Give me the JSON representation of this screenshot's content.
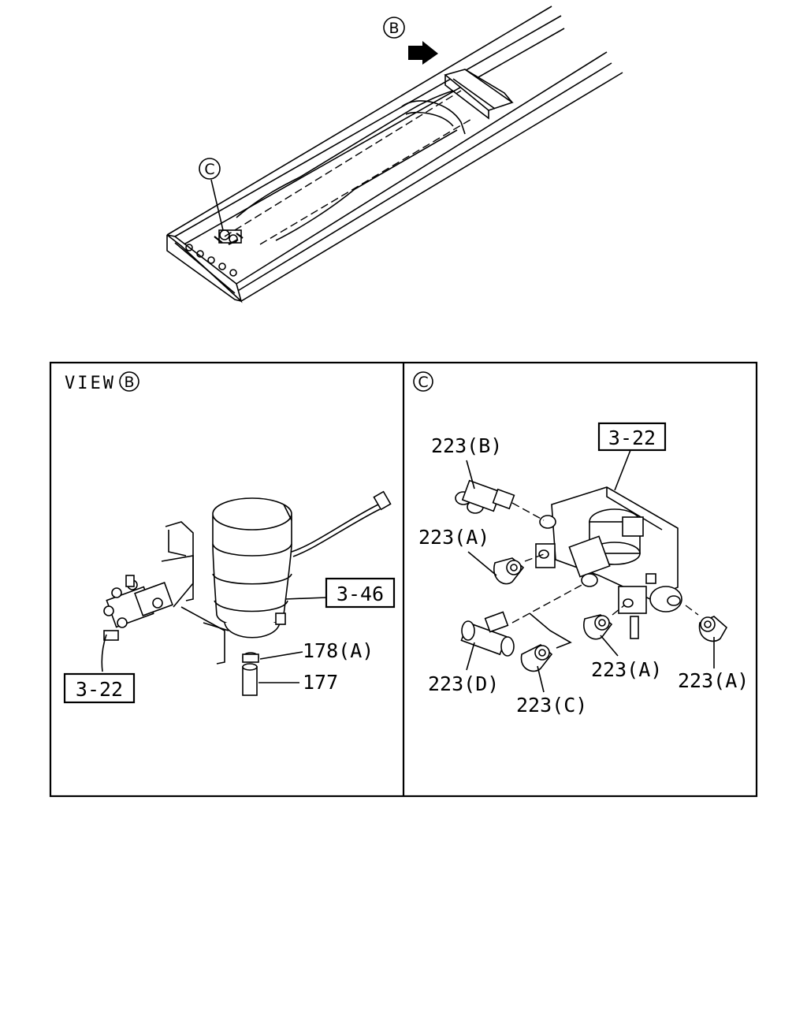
{
  "callouts": {
    "b": "B",
    "c": "C",
    "view_b_b": "B",
    "panel_c_c": "C"
  },
  "view_b": {
    "title": "VIEW",
    "ref_3_46": "3-46",
    "ref_3_22": "3-22",
    "part_178a": "178(A)",
    "part_177": "177"
  },
  "panel_c": {
    "ref_3_22": "3-22",
    "p223b": "223(B)",
    "p223a_1": "223(A)",
    "p223a_2": "223(A)",
    "p223a_3": "223(A)",
    "p223d": "223(D)",
    "p223c": "223(C)"
  }
}
